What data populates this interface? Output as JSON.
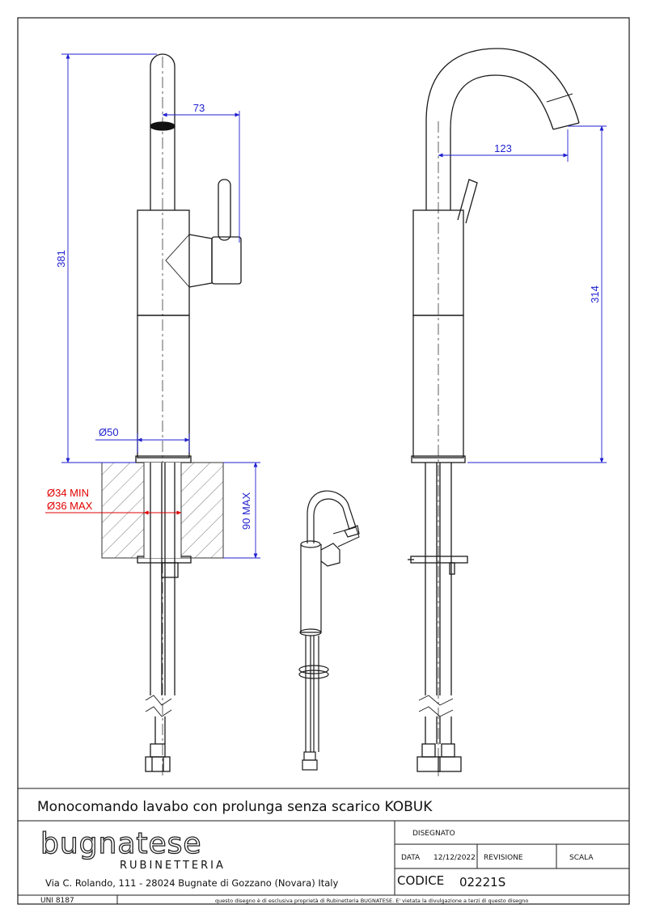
{
  "colors": {
    "line": "#1a1a1a",
    "dimension": "#1f1fd0",
    "warning": "#e00000",
    "hatch": "#555555"
  },
  "dimensions": {
    "overall_height": "381",
    "spout_reach_front": "73",
    "base_diameter": "Ø50",
    "hole_min": "Ø34 MIN",
    "hole_max": "Ø36 MAX",
    "deck_thickness": "90 MAX",
    "spout_reach_side": "123",
    "spout_height": "314"
  },
  "title_block": {
    "title": "Monocomando lavabo con prolunga senza scarico KOBUK",
    "brand": "bugnatese",
    "brand_sub": "RUBINETTERIA",
    "address": "Via C. Rolando, 111 - 28024 Bugnate di Gozzano (Novara) Italy",
    "drawn_label": "DISEGNATO",
    "date_label": "DATA",
    "date_value": "12/12/2022",
    "revision_label": "REVISIONE",
    "scale_label": "SCALA",
    "code_label": "CODICE",
    "code_value": "02221S",
    "standard": "UNI 8187",
    "disclaimer": "questo disegno è di esclusiva proprietà di Rubinetteria BUGNATESE. E' vietata la divulgazione a terzi di questo disegno"
  }
}
